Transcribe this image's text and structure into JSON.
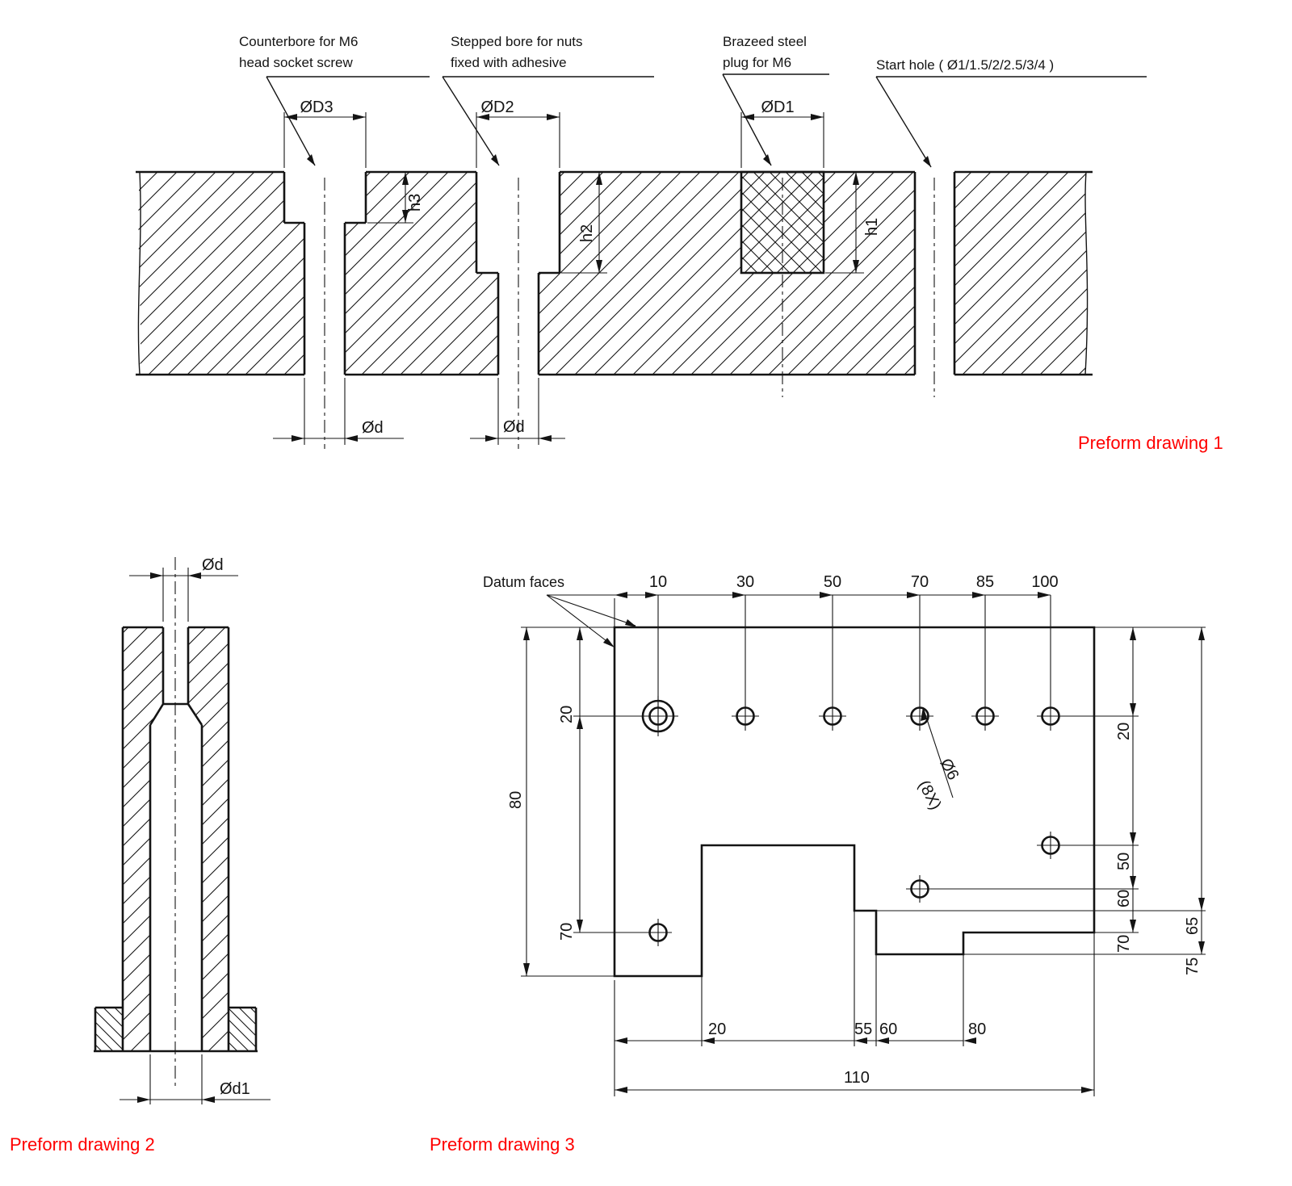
{
  "colors": {
    "line": "#141414",
    "accent_red": "#ff0000",
    "background": "#ffffff"
  },
  "drawing1": {
    "title": "Preform drawing 1",
    "callouts": {
      "counterbore_line1": "Counterbore for M6",
      "counterbore_line2": "head socket screw",
      "stepped_line1": "Stepped bore for nuts",
      "stepped_line2": "fixed with adhesive",
      "plug_line1": "Brazeed steel",
      "plug_line2": "plug for M6",
      "start_hole": "Start hole ( Ø1/1.5/2/2.5/3/4 )"
    },
    "dims": {
      "D3": "ØD3",
      "D2": "ØD2",
      "D1": "ØD1",
      "h3": "h3",
      "h2": "h2",
      "h1": "h1",
      "d_counterbore": "Ød",
      "d_stepped": "Ød"
    }
  },
  "drawing2": {
    "title": "Preform drawing 2",
    "dims": {
      "d_top": "Ød",
      "d1_bottom": "Ød1"
    }
  },
  "drawing3": {
    "title": "Preform drawing 3",
    "datum_label": "Datum faces",
    "hole_callout": {
      "diameter": "Ø6",
      "count": "(8X)"
    },
    "top_dims": [
      "10",
      "30",
      "50",
      "70",
      "85",
      "100"
    ],
    "left_dims": {
      "overall": "80",
      "to_hole_row": "20",
      "to_lower_hole": "70"
    },
    "right_dims": {
      "d20": "20",
      "d50": "50",
      "d60": "60",
      "d70": "70",
      "d65": "65",
      "d75": "75"
    },
    "bottom_dims": {
      "d20": "20",
      "d55": "55",
      "d60": "60",
      "d80": "80",
      "overall": "110"
    }
  }
}
